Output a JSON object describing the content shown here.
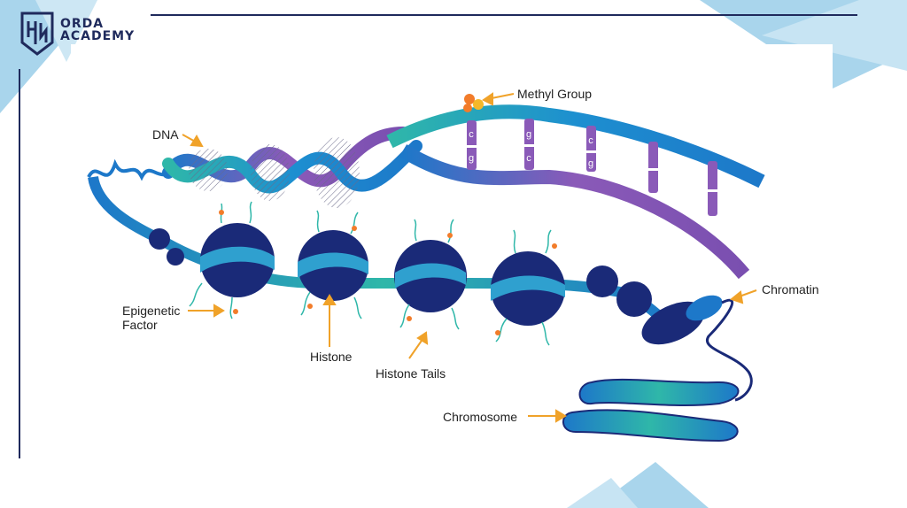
{
  "brand": {
    "line1": "ORDA",
    "line2": "ACADEMY",
    "accent_color": "#1f2a5c",
    "decor_color": "#a9d5ec"
  },
  "diagram": {
    "labels": {
      "methyl_group": "Methyl Group",
      "dna": "DNA",
      "chromatin": "Chromatin",
      "epigenetic_factor_line1": "Epigenetic",
      "epigenetic_factor_line2": "Factor",
      "histone": "Histone",
      "histone_tails": "Histone Tails",
      "chromosome": "Chromosome"
    },
    "bases": [
      {
        "top": "c",
        "bottom": "g"
      },
      {
        "top": "g",
        "bottom": "c"
      },
      {
        "top": "c",
        "bottom": "g"
      }
    ],
    "colors": {
      "teal": "#2fb7a9",
      "blue": "#1d78c9",
      "purple": "#8a5ab8",
      "navy": "#1a2a78",
      "arrow": "#f0a229",
      "methyl": "#f27c2a"
    }
  }
}
